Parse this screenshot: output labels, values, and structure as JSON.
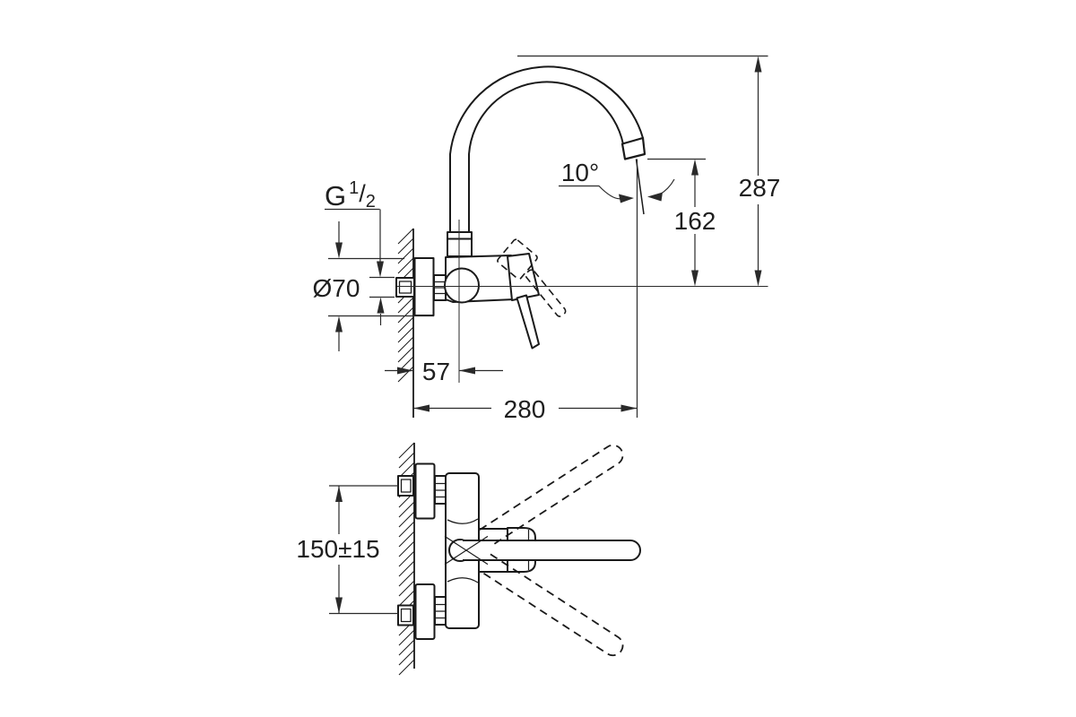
{
  "drawing": {
    "line_color": "#1a1a1a",
    "dim_color": "#2a2a2a",
    "text_color": "#1f1f1f",
    "background": "#ffffff",
    "labels": {
      "thread_g": "G",
      "thread_num": "1",
      "thread_slash": "/",
      "thread_den": "2",
      "flange_diameter": "Ø70",
      "wall_to_spout_center": "57",
      "wall_to_outlet": "280",
      "total_height": "287",
      "outlet_height": "162",
      "outlet_angle": "10°",
      "inlet_spacing": "150±15"
    }
  }
}
